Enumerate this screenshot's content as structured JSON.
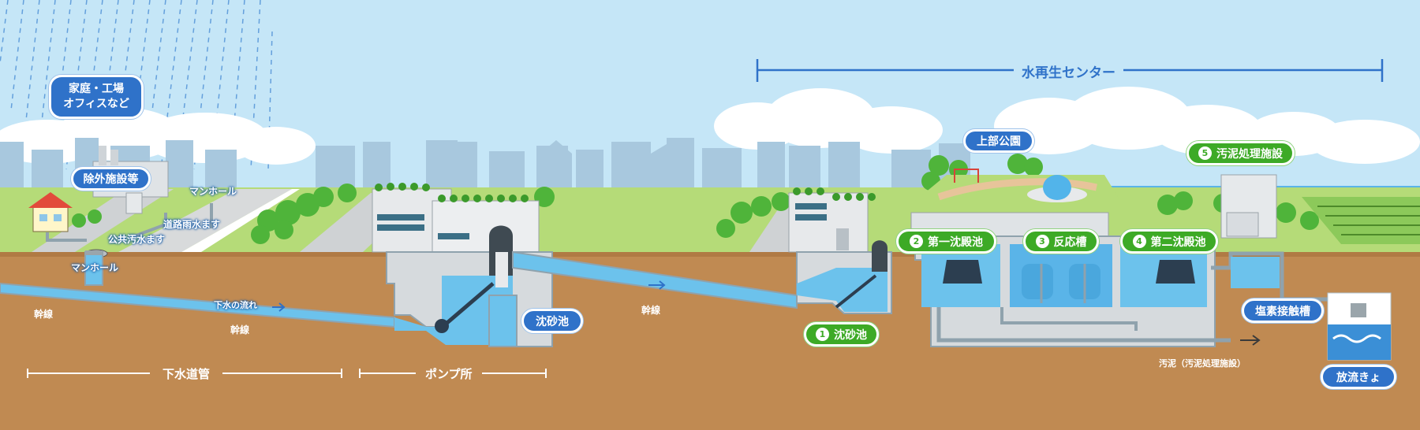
{
  "header": {
    "center_title": "水再生センター"
  },
  "badges": {
    "homes": [
      "家庭・工場",
      "オフィスなど"
    ],
    "removal": "除外施設等",
    "park": "上部公園",
    "grit_pump": "沈砂池",
    "grit_center": {
      "num": "1",
      "label": "沈砂池"
    },
    "primary": {
      "num": "2",
      "label": "第一沈殿池"
    },
    "reaction": {
      "num": "3",
      "label": "反応槽"
    },
    "secondary": {
      "num": "4",
      "label": "第二沈殿池"
    },
    "sludge_facility": {
      "num": "5",
      "label": "汚泥処理施設"
    },
    "chlorine": "塩素接触槽",
    "discharge": "放流きょ"
  },
  "labels": {
    "manhole_top": "マンホール",
    "storm_inlet": "道路雨水ます",
    "public_inlet": "公共汚水ます",
    "manhole_left": "マンホール",
    "trunk1": "幹線",
    "trunk2": "幹線",
    "trunk3": "幹線",
    "flow": "下水の流れ",
    "sludge": "汚泥（汚泥処理施設）"
  },
  "sections": {
    "sewer": "下水道管",
    "pump": "ポンプ所"
  },
  "colors": {
    "sky": "#c5e6f7",
    "ground": "#c08a52",
    "water": "#6cc2ec",
    "badge_blue": "#2f72c9",
    "badge_green": "#3daa26"
  }
}
